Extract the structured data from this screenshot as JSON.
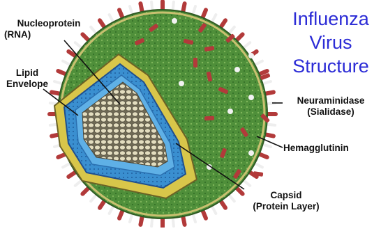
{
  "title": {
    "line1": "Influenza",
    "line2": "Virus",
    "line3": "Structure"
  },
  "labels": {
    "nucleoprotein": {
      "line1": "Nucleoprotein",
      "line2": "(RNA)"
    },
    "lipid_envelope": {
      "line1": "Lipid",
      "line2": "Envelope"
    },
    "neuraminidase": {
      "line1": "Neuraminidase",
      "line2": "(Sialidase)"
    },
    "hemagglutinin": {
      "line1": "Hemagglutinin"
    },
    "capsid": {
      "line1": "Capsid",
      "line2": "(Protein Layer)"
    }
  },
  "colors": {
    "title": "#2b2bd6",
    "envelope_green": "#4f8f3a",
    "spike_red": "#b23a3a",
    "spike_white": "#f2f2f2",
    "capsid_blue": "#3a8fd0",
    "capsid_dark": "#1f4f8f",
    "matrix_yellow": "#d8c64a",
    "rna_beige": "#d8d2b0"
  }
}
